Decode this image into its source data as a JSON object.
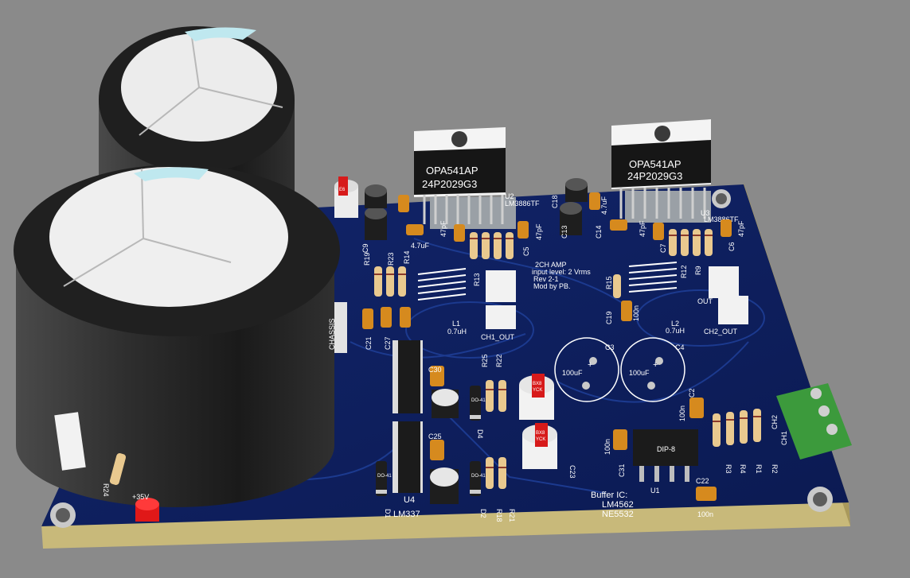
{
  "colors": {
    "background": "#8a8a8a",
    "pcb": "#0d1f5c",
    "pcb_edge": "#c8b97a",
    "capacitor_body": "#2a2a2a",
    "capacitor_top": "#e8e8e8",
    "ic_body": "#1b1b1b",
    "heatsink_tab": "#f2f2f2",
    "resistor_body": "#e9c98f",
    "smd_cap": "#d68a1e",
    "terminal": "#3c9a3c",
    "led": "#e01818"
  },
  "ics": {
    "u2_marking_1": "OPA541AP",
    "u2_marking_2": "24P2029G3",
    "u3_marking_1": "OPA541AP",
    "u3_marking_2": "24P2029G3",
    "u1_package": "DIP-8"
  },
  "silkscreen": {
    "u2": "U2",
    "u2_part": "LM3886TF",
    "u3": "U3",
    "u3_part": "LM3886TF",
    "board_title_1": "2CH AMP",
    "board_title_2": "input level: 2 Vrms",
    "board_title_3": "Rev 2-1",
    "board_title_4": "Mod by PB.",
    "l1": "L1",
    "l1_value": "0.7uH",
    "l2": "L2",
    "l2_value": "0.7uH",
    "ch1_out": "CH1_OUT",
    "ch2_out": "CH2_OUT",
    "out": "OUT",
    "chassis": "CHASSIS",
    "u4": "U4",
    "u4_part": "LM337",
    "led_label": "+35V",
    "buffer_1": "Buffer IC:",
    "buffer_2": "LM4562",
    "buffer_3": "NE5532",
    "u1": "U1",
    "c3": "C3",
    "c4": "C4",
    "c3_value": "100uF",
    "c4_value": "100uF",
    "c22": "C22",
    "c22_value": "100n",
    "c31": "C31",
    "c31_value": "100n",
    "c2": "C2",
    "c2_value": "100n",
    "c23": "C23",
    "c30": "C30",
    "c25": "C25",
    "c19": "C19",
    "c19_value": "100n",
    "c21": "C21",
    "c27": "C27",
    "c9": "C9",
    "c13": "C13",
    "c14": "C14",
    "c18": "C18",
    "c7": "C7",
    "c5": "C5",
    "c6": "C6",
    "c47pf_a": "47pF",
    "c47pf_b": "47pF",
    "c47pf_c": "47pF",
    "c47pf_d": "47pF",
    "c47uf_a": "4.7uF",
    "c47uf_b": "4.7uF",
    "r19": "R19",
    "r23": "R23",
    "r14": "R14",
    "r13": "R13",
    "r15": "R15",
    "r12": "R12",
    "r9": "R9",
    "r25": "R25",
    "r22": "R22",
    "r18": "R18",
    "r21": "R21",
    "r24": "R24",
    "r3": "R3",
    "r4": "R4",
    "r1": "R1",
    "r2": "R2",
    "d1": "D1",
    "d2": "D2",
    "d4": "D4",
    "ch1": "CH1",
    "ch2": "CH2",
    "plus": "+",
    "do41": "DO-41",
    "cap_brand": "BX8",
    "cap_brand2": "YCK",
    "small_cap_mark": "E6"
  }
}
